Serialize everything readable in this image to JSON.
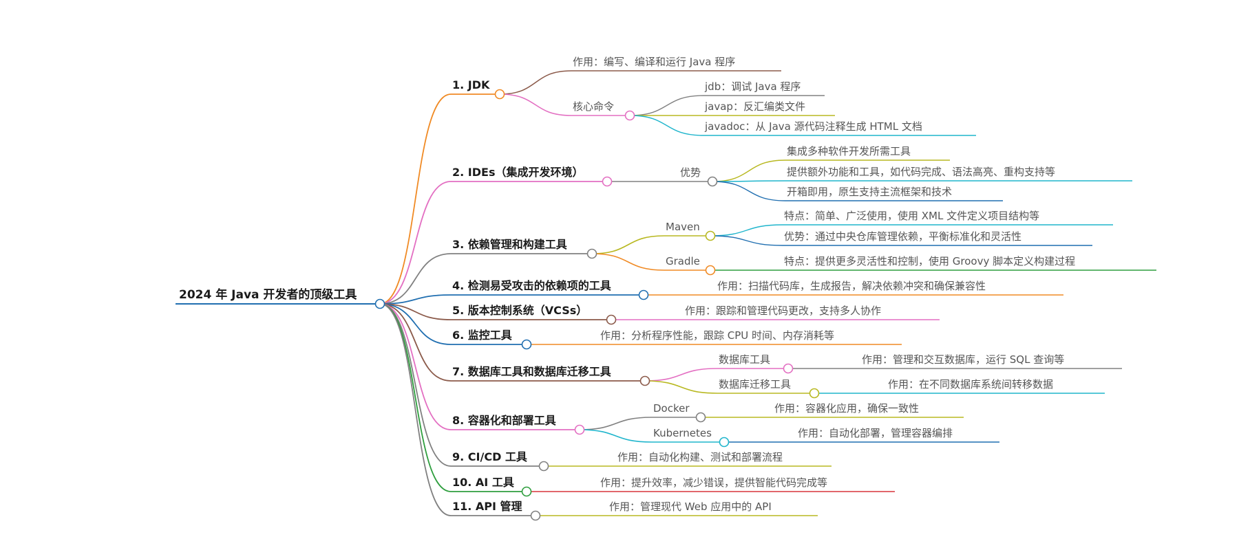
{
  "mindmap": {
    "root": {
      "id": "root",
      "text": "2024 年 Java 开发者的顶级工具",
      "color": "#1f6eb0"
    },
    "nodes": [
      {
        "id": "b1",
        "parent": "root",
        "text": "1. JDK",
        "color": "#f08a24"
      },
      {
        "id": "b1a",
        "parent": "b1",
        "text": "作用：编写、编译和运行 Java 程序",
        "color": "#8b5a4a"
      },
      {
        "id": "b1b",
        "parent": "b1",
        "text": "核心命令",
        "color": "#e36fc2"
      },
      {
        "id": "b1b1",
        "parent": "b1b",
        "text": "jdb：调试 Java 程序",
        "color": "#808080"
      },
      {
        "id": "b1b2",
        "parent": "b1b",
        "text": "javap：反汇编类文件",
        "color": "#b8b820"
      },
      {
        "id": "b1b3",
        "parent": "b1b",
        "text": "javadoc：从 Java 源代码注释生成 HTML 文档",
        "color": "#1fb5cc"
      },
      {
        "id": "b2",
        "parent": "root",
        "text": "2. IDEs（集成开发环境）",
        "color": "#e36fc2"
      },
      {
        "id": "b2a",
        "parent": "b2",
        "text": "优势",
        "color": "#808080"
      },
      {
        "id": "b2a1",
        "parent": "b2a",
        "text": "集成多种软件开发所需工具",
        "color": "#b8b820"
      },
      {
        "id": "b2a2",
        "parent": "b2a",
        "text": "提供额外功能和工具，如代码完成、语法高亮、重构支持等",
        "color": "#1fb5cc"
      },
      {
        "id": "b2a3",
        "parent": "b2a",
        "text": "开箱即用，原生支持主流框架和技术",
        "color": "#1f6eb0"
      },
      {
        "id": "b3",
        "parent": "root",
        "text": "3. 依赖管理和构建工具",
        "color": "#808080"
      },
      {
        "id": "b3a",
        "parent": "b3",
        "text": "Maven",
        "color": "#b8b820"
      },
      {
        "id": "b3a1",
        "parent": "b3a",
        "text": "特点：简单、广泛使用，使用 XML 文件定义项目结构等",
        "color": "#1fb5cc"
      },
      {
        "id": "b3a2",
        "parent": "b3a",
        "text": "优势：通过中央仓库管理依赖，平衡标准化和灵活性",
        "color": "#1f6eb0"
      },
      {
        "id": "b3b",
        "parent": "b3",
        "text": "Gradle",
        "color": "#f08a24"
      },
      {
        "id": "b3b1",
        "parent": "b3b",
        "text": "特点：提供更多灵活性和控制，使用 Groovy 脚本定义构建过程",
        "color": "#2e9e3e"
      },
      {
        "id": "b4",
        "parent": "root",
        "text": "4. 检测易受攻击的依赖项的工具",
        "color": "#1f6eb0"
      },
      {
        "id": "b4a",
        "parent": "b4",
        "text": "作用：扫描代码库，生成报告，解决依赖冲突和确保兼容性",
        "color": "#f08a24"
      },
      {
        "id": "b5",
        "parent": "root",
        "text": "5. 版本控制系统（VCSs）",
        "color": "#8b5a4a"
      },
      {
        "id": "b5a",
        "parent": "b5",
        "text": "作用：跟踪和管理代码更改，支持多人协作",
        "color": "#e36fc2"
      },
      {
        "id": "b6",
        "parent": "root",
        "text": "6. 监控工具",
        "color": "#1f6eb0"
      },
      {
        "id": "b6a",
        "parent": "b6",
        "text": "作用：分析程序性能，跟踪 CPU 时间、内存消耗等",
        "color": "#f08a24"
      },
      {
        "id": "b7",
        "parent": "root",
        "text": "7. 数据库工具和数据库迁移工具",
        "color": "#8b5a4a"
      },
      {
        "id": "b7a",
        "parent": "b7",
        "text": "数据库工具",
        "color": "#e36fc2"
      },
      {
        "id": "b7a1",
        "parent": "b7a",
        "text": "作用：管理和交互数据库，运行 SQL 查询等",
        "color": "#808080"
      },
      {
        "id": "b7b",
        "parent": "b7",
        "text": "数据库迁移工具",
        "color": "#b8b820"
      },
      {
        "id": "b7b1",
        "parent": "b7b",
        "text": "作用：在不同数据库系统间转移数据",
        "color": "#1fb5cc"
      },
      {
        "id": "b8",
        "parent": "root",
        "text": "8. 容器化和部署工具",
        "color": "#e36fc2"
      },
      {
        "id": "b8a",
        "parent": "b8",
        "text": "Docker",
        "color": "#808080"
      },
      {
        "id": "b8a1",
        "parent": "b8a",
        "text": "作用：容器化应用，确保一致性",
        "color": "#b8b820"
      },
      {
        "id": "b8b",
        "parent": "b8",
        "text": "Kubernetes",
        "color": "#1fb5cc"
      },
      {
        "id": "b8b1",
        "parent": "b8b",
        "text": "作用：自动化部署，管理容器编排",
        "color": "#1f6eb0"
      },
      {
        "id": "b9",
        "parent": "root",
        "text": "9. CI/CD 工具",
        "color": "#808080"
      },
      {
        "id": "b9a",
        "parent": "b9",
        "text": "作用：自动化构建、测试和部署流程",
        "color": "#b8b820"
      },
      {
        "id": "b10",
        "parent": "root",
        "text": "10. AI 工具",
        "color": "#2e9e3e"
      },
      {
        "id": "b10a",
        "parent": "b10",
        "text": "作用：提升效率，减少错误，提供智能代码完成等",
        "color": "#d9333a"
      },
      {
        "id": "b11",
        "parent": "root",
        "text": "11. API 管理",
        "color": "#808080"
      },
      {
        "id": "b11a",
        "parent": "b11",
        "text": "作用：管理现代 Web 应用中的 API",
        "color": "#b8b820"
      }
    ]
  }
}
